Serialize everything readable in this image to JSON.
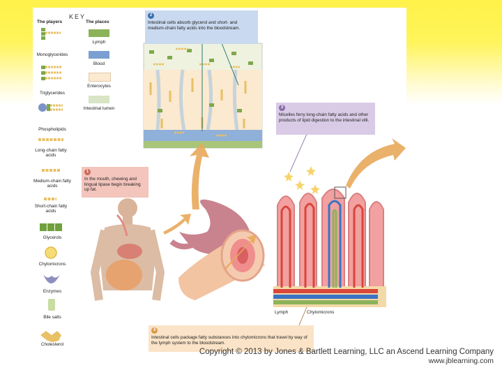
{
  "key": {
    "title": "KEY",
    "players_header": "The players",
    "places_header": "The places",
    "players": [
      {
        "label": "Monoglycerides",
        "icon": "monoglyceride-icon"
      },
      {
        "label": "Triglycerides",
        "icon": "triglyceride-icon"
      },
      {
        "label": "Phospholipids",
        "icon": "phospholipid-icon"
      },
      {
        "label": "Long-chain fatty acids",
        "icon": "long-chain-fatty-acid-icon"
      },
      {
        "label": "Medium-chain fatty acids",
        "icon": "medium-chain-fatty-acid-icon"
      },
      {
        "label": "Short-chain fatty acids",
        "icon": "short-chain-fatty-acid-icon"
      },
      {
        "label": "Glycerols",
        "icon": "glycerol-icon"
      },
      {
        "label": "Chylomicrons",
        "icon": "chylomicron-icon"
      },
      {
        "label": "Enzymes",
        "icon": "enzyme-icon"
      },
      {
        "label": "Bile salts",
        "icon": "bile-salt-icon"
      },
      {
        "label": "Cholesterol",
        "icon": "cholesterol-icon"
      }
    ],
    "places": [
      {
        "label": "Lymph",
        "color": "#8db35a"
      },
      {
        "label": "Blood",
        "color": "#7b9fd0"
      },
      {
        "label": "Enterocytes",
        "color": "#fbe9d0"
      },
      {
        "label": "Intestinal lumen",
        "color": "#d8e4c4"
      }
    ]
  },
  "steps": [
    {
      "number": "1",
      "text": "In the mouth, chewing and lingual lipase begin breaking up fat.",
      "color": "#f3c5bd",
      "badge": "#c96a5c"
    },
    {
      "number": "2",
      "text": "Intestinal cells absorb glycerol and short- and medium-chain fatty acids into the bloodstream.",
      "color": "#c9d9ef",
      "badge": "#3b6fb1"
    },
    {
      "number": "3",
      "text": "Micelles ferry long-chain fatty acids and other products of lipid digestion to the intestinal villi.",
      "color": "#d9cbe6",
      "badge": "#8a6aab"
    },
    {
      "number": "4",
      "text": "Intestinal cells package fatty substances into chylomicrons that travel by way of the lymph system to the bloodstream.",
      "color": "#fae3c7",
      "badge": "#d89a4a"
    }
  ],
  "villi_labels": {
    "lymph": "Lymph",
    "chylomicrons": "Chylomicrons"
  },
  "copyright": {
    "line1": "Copyright © 2013 by Jones & Bartlett Learning, LLC an Ascend Learning Company",
    "line2": "www.jblearning.com"
  },
  "colors": {
    "background_top": "#fff24a",
    "lymph": "#8db35a",
    "blood_red": "#d9463a",
    "blood_blue": "#3a73c4",
    "arrow": "#e8a95a"
  }
}
